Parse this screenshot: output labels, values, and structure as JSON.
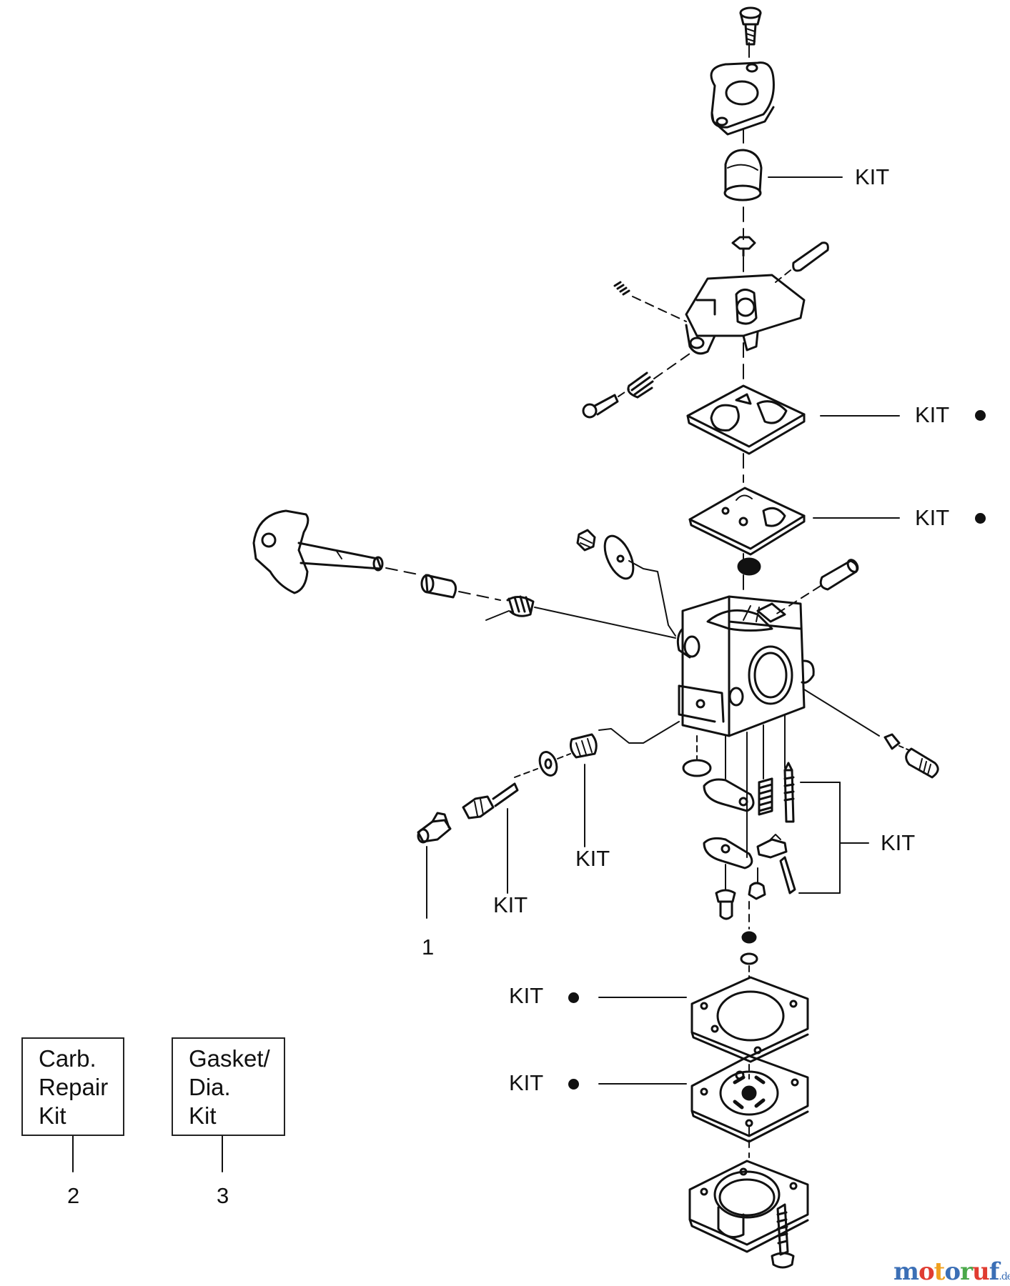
{
  "labels": {
    "kit": "KIT",
    "num_1": "1",
    "num_2": "2",
    "num_3": "3"
  },
  "legend": {
    "box1": [
      "Carb.",
      "Repair",
      "Kit"
    ],
    "box2": [
      "Gasket/",
      "Dia.",
      "Kit"
    ]
  },
  "watermark": {
    "letters": [
      "m",
      "o",
      "t",
      "o",
      "r",
      "u",
      "f"
    ],
    "letter_colors": [
      "#3b6fb6",
      "#e03c31",
      "#f0a020",
      "#3b6fb6",
      "#4aa84a",
      "#e03c31",
      "#3b6fb6"
    ],
    "suffix": ".de"
  },
  "colors": {
    "line": "#111111",
    "background": "#ffffff"
  }
}
